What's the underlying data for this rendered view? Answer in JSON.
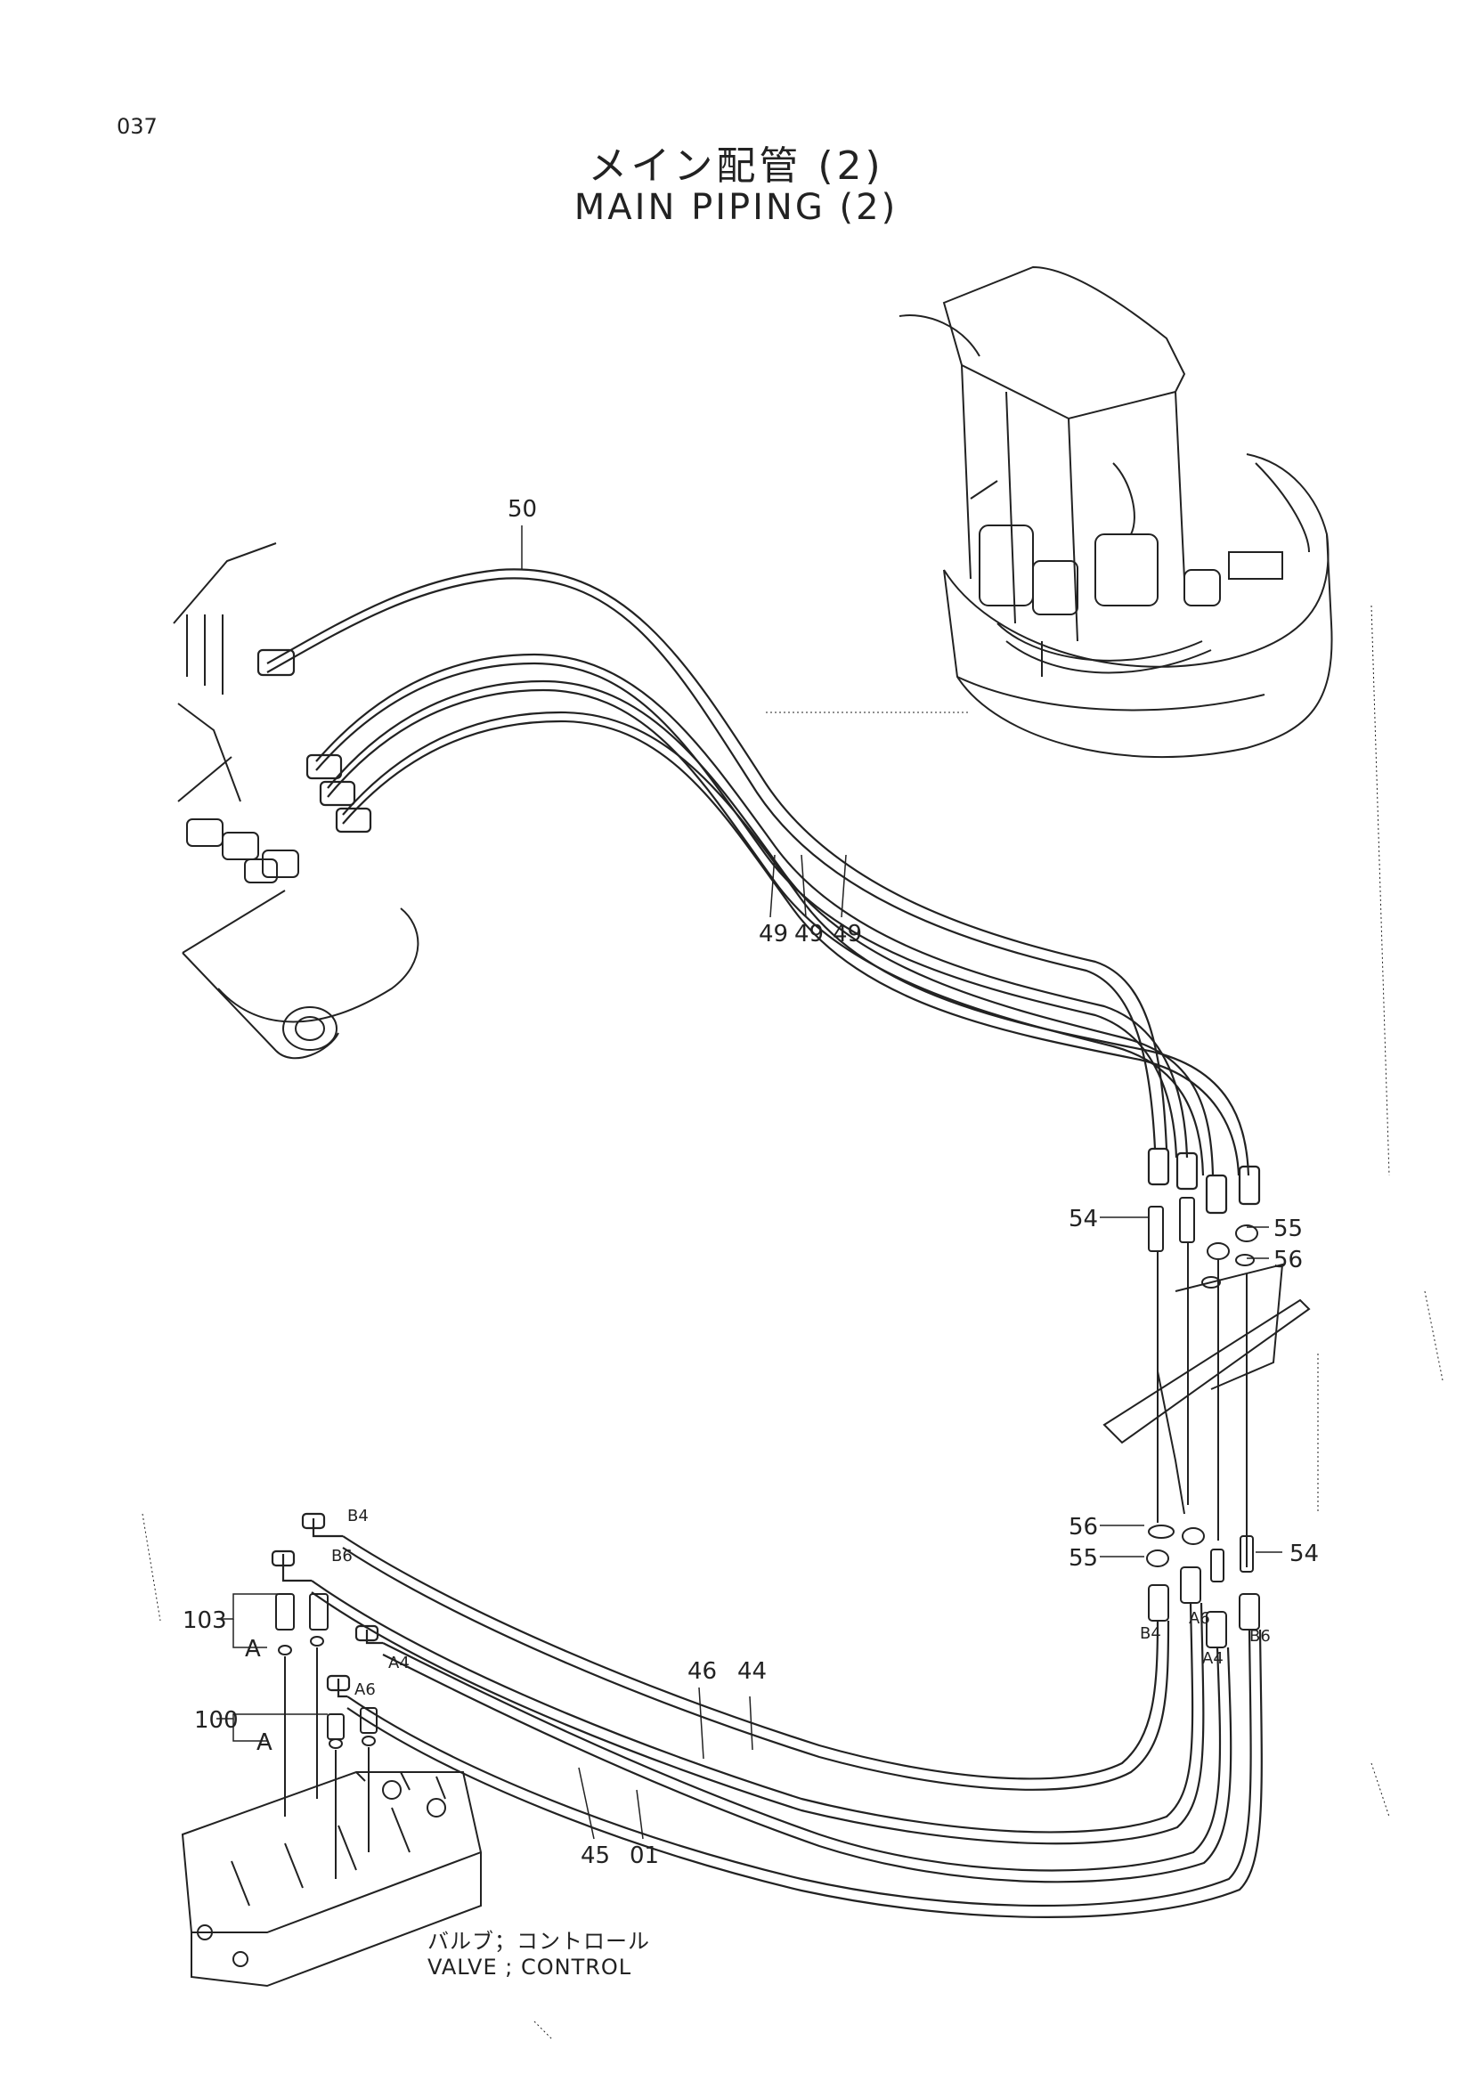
{
  "page_number": "037",
  "title_jp": "メイン配管 (2)",
  "title_en": "MAIN PIPING (2)",
  "valve_caption_jp": "バルブ；コントロール",
  "valve_caption_en": "VALVE ; CONTROL",
  "callouts": {
    "p50": "50",
    "p49a": "49",
    "p49b": "49",
    "p49c": "49",
    "p54_upper": "54",
    "p55_upper": "55",
    "p56_upper": "56",
    "p56_lower": "56",
    "p55_lower": "55",
    "p54_lower": "54",
    "p46": "46",
    "p44": "44",
    "p45": "45",
    "p01": "01",
    "p103": "103",
    "p100": "100",
    "a_upper": "A",
    "a_lower": "A"
  },
  "port_labels": {
    "b4_left": "B4",
    "b6_left": "B6",
    "a4_left": "A4",
    "a6_left": "A6",
    "b4_right": "B4",
    "a6_right": "A6",
    "a4_right": "A4",
    "b6_right": "B6"
  }
}
